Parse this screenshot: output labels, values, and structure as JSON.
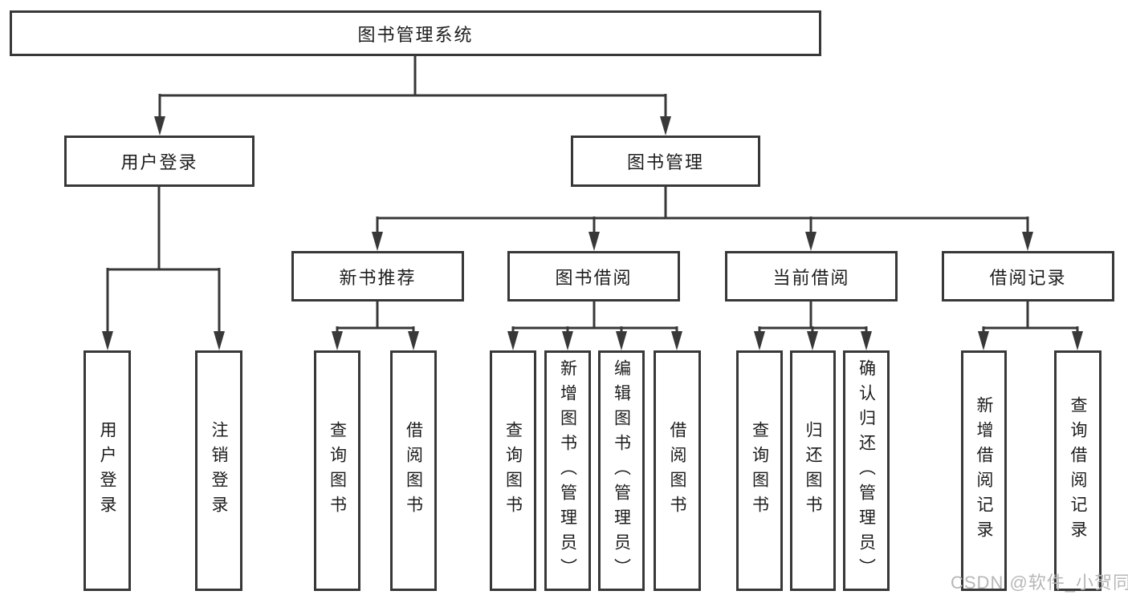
{
  "colors": {
    "background": "#ffffff",
    "line": "#383838",
    "box_border": "#383838",
    "label_text": "#1c1c1c",
    "watermark_text": "#b7b7b7"
  },
  "watermark": {
    "text": "CSDN @软件_小贺同学"
  },
  "diagram": {
    "root": {
      "label": "图书管理系统"
    },
    "user_login": {
      "label": "用户登录",
      "children": {
        "login": {
          "label": "用户登录"
        },
        "logout": {
          "label": "注销登录"
        }
      }
    },
    "book_mgmt": {
      "label": "图书管理",
      "sections": {
        "new_books": {
          "label": "新书推荐",
          "children": {
            "query": {
              "label": "查询图书"
            },
            "borrow": {
              "label": "借阅图书"
            }
          }
        },
        "book_borrow": {
          "label": "图书借阅",
          "children": {
            "query": {
              "label": "查询图书"
            },
            "add": {
              "label": "新增图书（管理员）"
            },
            "edit": {
              "label": "编辑图书（管理员）"
            },
            "borrow": {
              "label": "借阅图书"
            }
          }
        },
        "current_borrow": {
          "label": "当前借阅",
          "children": {
            "query": {
              "label": "查询图书"
            },
            "return": {
              "label": "归还图书"
            },
            "confirm": {
              "label": "确认归还（管理员）"
            }
          }
        },
        "borrow_records": {
          "label": "借阅记录",
          "children": {
            "add": {
              "label": "新增借阅记录"
            },
            "query": {
              "label": "查询借阅记录"
            }
          }
        }
      }
    }
  }
}
